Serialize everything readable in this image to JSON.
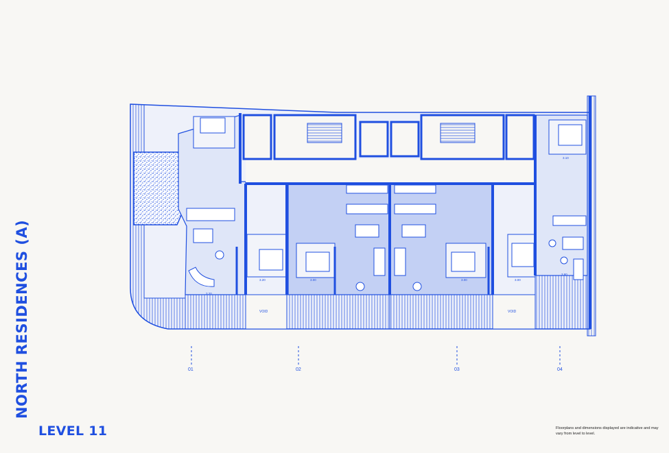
{
  "side_title": "NORTH RESIDENCES (A)",
  "level_title": "LEVEL 11",
  "disclaimer": "Floorplans and dimensions displayed are indicative and may vary from level to level.",
  "units": [
    "01",
    "02",
    "03",
    "04"
  ],
  "void_label": "VOID",
  "dimensions": [
    "3.20",
    "3.00",
    "3.00",
    "3.00",
    "3.20",
    "3.10",
    "3.80"
  ],
  "colors": {
    "accent": "#1f4fe0",
    "fill_light": "#dfe6f8",
    "fill_mid": "#c3d0f4",
    "background": "#f8f7f4"
  }
}
